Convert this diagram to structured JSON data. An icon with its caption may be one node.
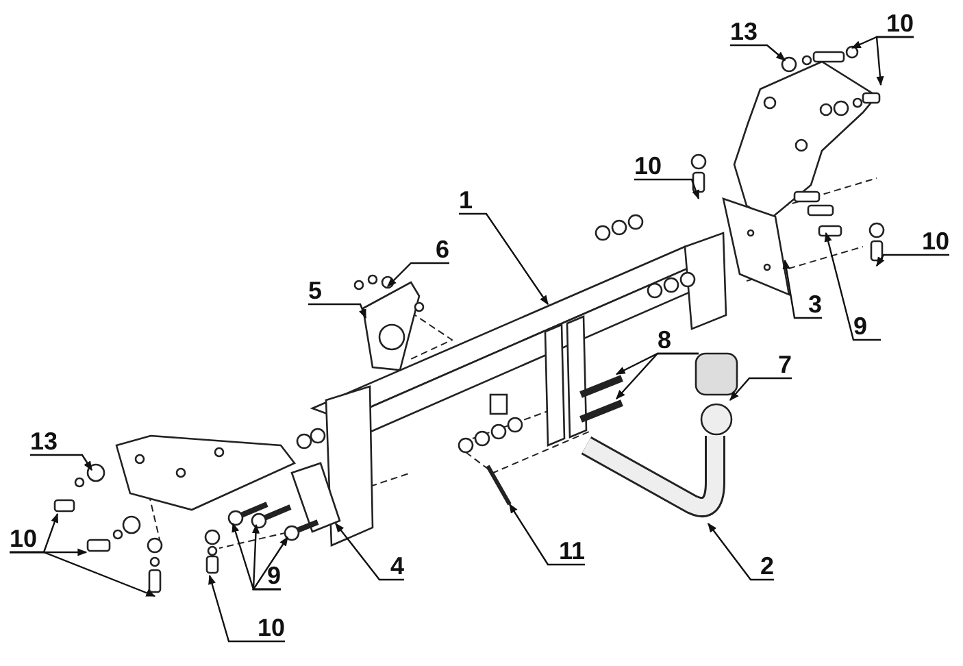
{
  "diagram": {
    "nodes": [
      {
        "text": [
          "13"
        ]
      },
      {
        "text": [
          "10"
        ]
      },
      {
        "text": [
          "1"
        ]
      },
      {
        "text": [
          "10"
        ]
      },
      {
        "text": [
          "10"
        ]
      },
      {
        "text": [
          "6"
        ]
      },
      {
        "text": [
          "5"
        ]
      },
      {
        "text": [
          "3"
        ]
      },
      {
        "text": [
          "9"
        ]
      },
      {
        "text": [
          "8"
        ]
      },
      {
        "text": [
          "7"
        ]
      },
      {
        "text": [
          "13"
        ]
      },
      {
        "text": [
          "10"
        ]
      },
      {
        "text": [
          "9"
        ]
      },
      {
        "text": [
          "4"
        ]
      },
      {
        "text": [
          "11"
        ]
      },
      {
        "text": [
          "2"
        ]
      },
      {
        "text": [
          "10"
        ]
      }
    ],
    "edges": [
      {
        "from": 0,
        "to": null,
        "arrow": "to"
      },
      {
        "from": 1,
        "to": null,
        "arrow": "to"
      },
      {
        "from": 1,
        "to": null,
        "arrow": "to"
      },
      {
        "from": 2,
        "to": null,
        "arrow": "to"
      },
      {
        "from": 3,
        "to": null,
        "arrow": "to"
      },
      {
        "from": 4,
        "to": null,
        "arrow": "to"
      },
      {
        "from": 5,
        "to": null,
        "arrow": "to"
      },
      {
        "from": 6,
        "to": null,
        "arrow": "to"
      },
      {
        "from": 7,
        "to": null,
        "arrow": "to"
      },
      {
        "from": 8,
        "to": null,
        "arrow": "to"
      },
      {
        "from": 9,
        "to": null,
        "arrow": "to"
      },
      {
        "from": 9,
        "to": null,
        "arrow": "to"
      },
      {
        "from": 10,
        "to": null,
        "arrow": "to"
      },
      {
        "from": 11,
        "to": null,
        "arrow": "to"
      },
      {
        "from": 12,
        "to": null,
        "arrow": "to"
      },
      {
        "from": 12,
        "to": null,
        "arrow": "to"
      },
      {
        "from": 12,
        "to": null,
        "arrow": "to"
      },
      {
        "from": 13,
        "to": null,
        "arrow": "to"
      },
      {
        "from": 13,
        "to": null,
        "arrow": "to"
      },
      {
        "from": 13,
        "to": null,
        "arrow": "to"
      },
      {
        "from": 14,
        "to": null,
        "arrow": "to"
      },
      {
        "from": 15,
        "to": null,
        "arrow": "to"
      },
      {
        "from": 16,
        "to": null,
        "arrow": "to"
      },
      {
        "from": 17,
        "to": null,
        "arrow": "to"
      }
    ]
  }
}
